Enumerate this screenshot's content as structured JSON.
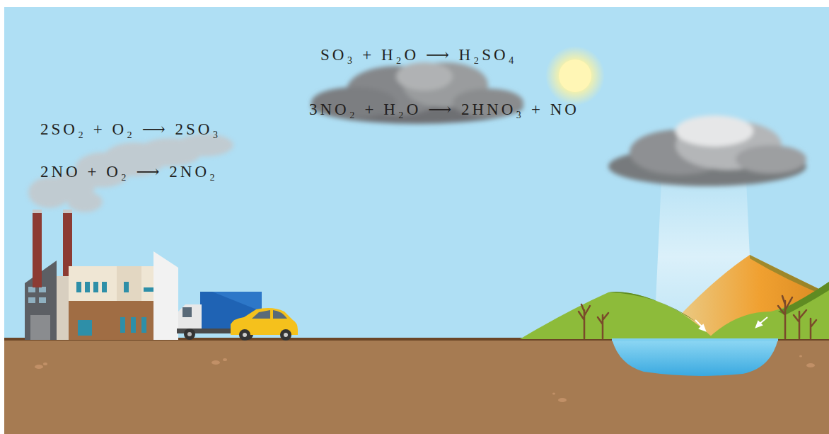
{
  "diagram": {
    "labels": [
      "SO₃ + H₂O ⟶ H₂SO₄",
      "3NO₂ + H₂O ⟶ 2HNO₃ + NO",
      "2SO₂ + O₂ ⟶ 2SO₃",
      "2NO + O₂ ⟶ 2NO₂"
    ]
  }
}
